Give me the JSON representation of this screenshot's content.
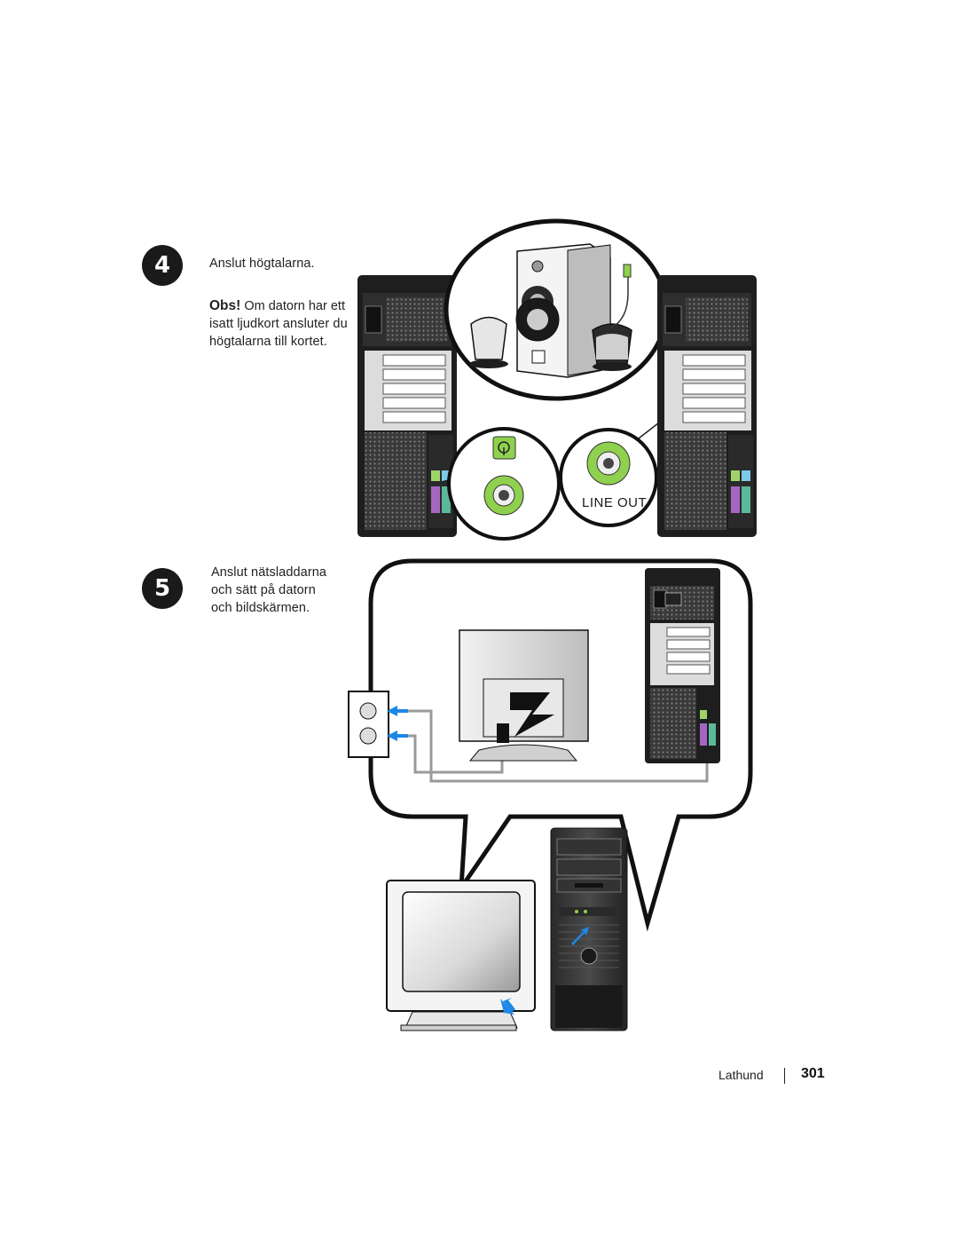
{
  "step4": {
    "number": "4",
    "title": "Anslut högtalarna.",
    "note_label": "Obs!",
    "note_line1": "Om datorn har ett",
    "note_line2": "isatt ljudkort ansluter du",
    "note_line3": "högtalarna till kortet."
  },
  "step5": {
    "number": "5",
    "line1": "Anslut nätsladdarna",
    "line2": "och sätt på datorn",
    "line3": "och bildskärmen."
  },
  "illustration": {
    "line_out_label": "LINE OUT"
  },
  "footer": {
    "section": "Lathund",
    "page_number": "301"
  },
  "colors": {
    "accent_blue": "#1e88e5",
    "audio_green": "#8fd14f",
    "purple_port": "#9b4fb5"
  }
}
